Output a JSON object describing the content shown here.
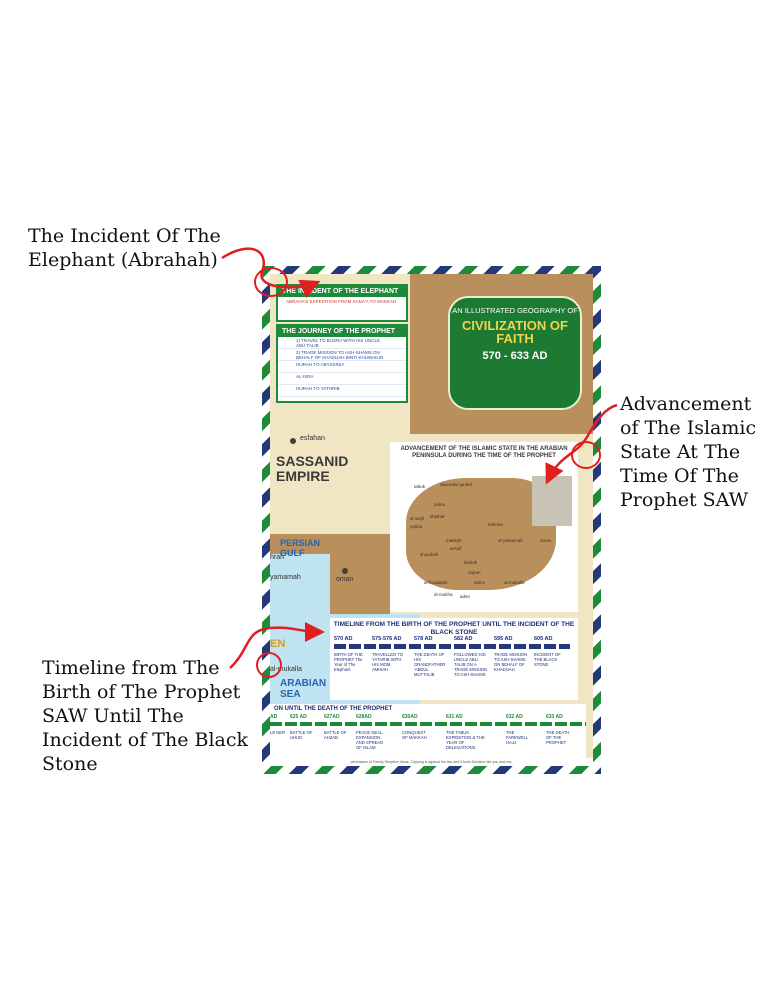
{
  "callouts": {
    "elephant": "The Incident Of The Elephant (Abrahah)",
    "advancement": "Advancement of The Islamic State At The Time Of The Prophet SAW",
    "timeline": "Timeline from The Birth of The Prophet SAW Until The Incident of The Black Stone"
  },
  "poster": {
    "title_small": "AN ILLUSTRATED GEOGRAPHY OF",
    "title_big": "CIVILIZATION OF FAITH",
    "years": "570 - 633 AD",
    "box_elephant": {
      "heading": "THE INCIDENT OF THE ELEPHANT",
      "line": "ABRAHA'S EXPEDITION FROM SANA'A TO MAKKAH"
    },
    "box_journey": {
      "heading": "THE JOURNEY OF THE PROPHET",
      "rows": [
        "1) TRAVEL TO BUSRA WITH HIS UNCLE ABU TALIB",
        "2) TRADE MISSION TO ASH-SHAMS ON BEHALF OF KHADIJAH BINTI KHUWAILID",
        "HIJRAH TO ABYSSINIA",
        "AL-ISRA",
        "HIJRAH TO YATHRIB"
      ]
    },
    "places": {
      "esfahan": "esfahan",
      "sassanid": "SASSANID EMPIRE",
      "persian_gulf": "PERSIAN GULF",
      "oman": "oman",
      "arabian_sea": "ARABIAN SEA",
      "yamamah": "yamamah",
      "hira": "hrah",
      "makalla": "al-mukalla",
      "yemen": "EN"
    },
    "map2": {
      "heading": "ADVANCEMENT OF THE ISLAMIC STATE IN THE ARABIAN PENINSULA DURING THE TIME OF THE PROPHET",
      "towns": [
        "tabuk",
        "daumatul jandal",
        "taima",
        "khaibar",
        "yanbu",
        "al-wajh",
        "makkah",
        "at-taif",
        "bahrain",
        "al-yamamah",
        "oman",
        "shuaibah",
        "bishah",
        "najran",
        "al-hudaidah",
        "san'a",
        "al-mukalla",
        "al-mukha",
        "aden"
      ]
    },
    "timeline1": {
      "heading": "TIMELINE FROM THE BIRTH OF THE PROPHET UNTIL THE INCIDENT OF THE BLACK STONE",
      "events": [
        {
          "year": "570 AD",
          "text": "BIRTH OF THE PROPHET The Year of The Elephant"
        },
        {
          "year": "575-576 AD",
          "text": "TRAVELLED TO YATHRIB WITH HIS MOM, AMINAH"
        },
        {
          "year": "578 AD",
          "text": "THE DEATH OF HIS GRANDFATHER 'ABDUL MUTTALIB"
        },
        {
          "year": "582 AD",
          "text": "FOLLOWED HIS UNCLE ABU TALIB ON A TRADE MISSION TO ASH-SHAMS"
        },
        {
          "year": "595 AD",
          "text": "TRADE MISSION TO ASH-SHAMS ON BEHALF OF KHADIJAH"
        },
        {
          "year": "605 AD",
          "text": "INCIDENT OF THE BLACK STONE"
        }
      ]
    },
    "timeline2": {
      "heading": "ON UNTIL THE DEATH OF THE PROPHET",
      "events": [
        {
          "year": "AD",
          "text": "LE NER"
        },
        {
          "year": "625 AD",
          "text": "BATTLE OF UHUD"
        },
        {
          "year": "627AD",
          "text": "BATTLE OF AHZAB"
        },
        {
          "year": "628AD",
          "text": "PEACE DEAL, EXPANSION AND SPREAD OF ISLAM"
        },
        {
          "year": "630AD",
          "text": "CONQUEST OF MAKKAH"
        },
        {
          "year": "631 AD",
          "text": "THE TABUK EXPEDITION & THE YEAR OF DELEGATIONS"
        },
        {
          "year": "632 AD",
          "text": "THE FAREWELL HAJJ"
        },
        {
          "year": "633 AD",
          "text": "THE DEATH OF THE PROPHET"
        }
      ]
    },
    "footer": "permission of Family Storybox Ideas. Copying is against the law and it hurts Muslims like you and me."
  },
  "colors": {
    "arrow": "#e02020",
    "green": "#1d7a32",
    "navy": "#24397a",
    "land": "#b98f5c",
    "sand": "#f0e6c4"
  }
}
